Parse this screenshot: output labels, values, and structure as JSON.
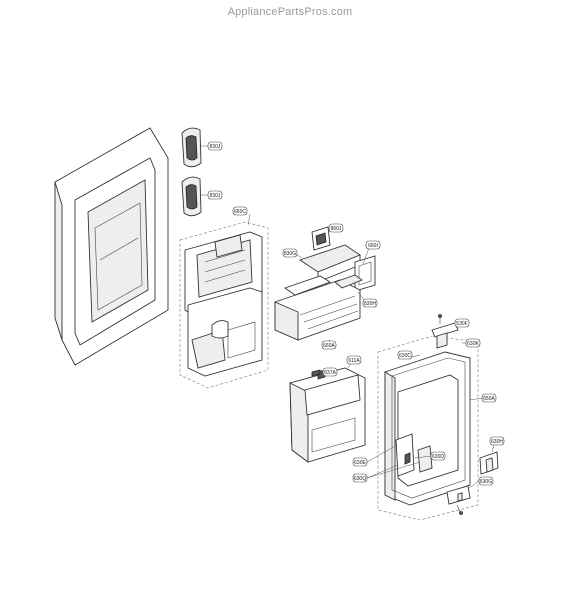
{
  "watermark": "AppliancePartsPros.com",
  "callouts": {
    "c830J_top": "830J",
    "c830J_bottom": "830J",
    "c660C": "660C",
    "c830G": "830G",
    "c860J": "860J",
    "c660I": "660I",
    "c830H": "830H",
    "c660A": "660A",
    "c837A": "837A",
    "c611A": "611A",
    "c630C": "630C",
    "c530F": "530F",
    "c630K": "630K",
    "c650A": "650A",
    "c630E": "630E",
    "c630D": "630D",
    "c630Q": "630Q",
    "c630H": "630H",
    "c630G": "630G"
  }
}
